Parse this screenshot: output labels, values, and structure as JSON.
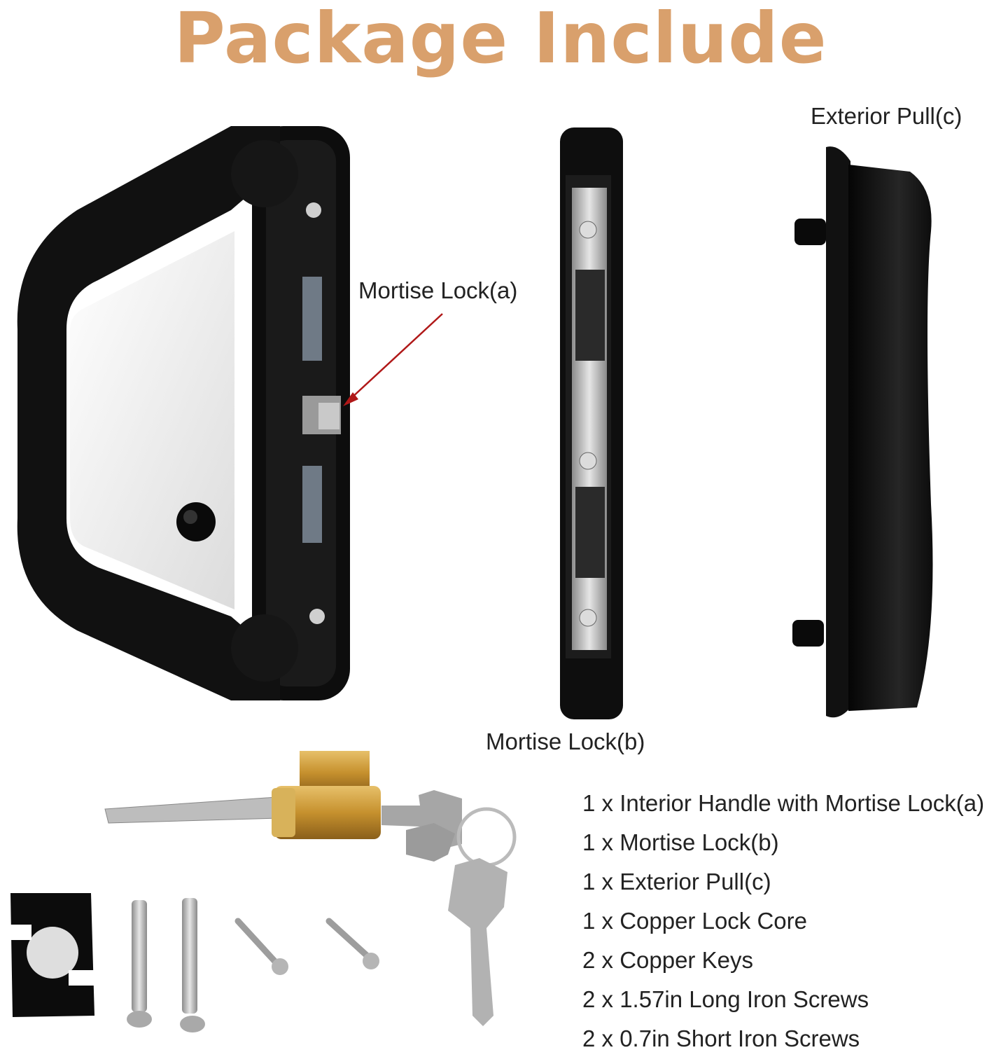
{
  "title": "Package Include",
  "labels": {
    "mortise_a": "Mortise Lock(a)",
    "mortise_b": "Mortise Lock(b)",
    "exterior_pull": "Exterior Pull(c)"
  },
  "items": [
    "1 x Interior Handle with Mortise Lock(a)",
    "1 x Mortise Lock(b)",
    "1 x Exterior Pull(c)",
    "1 x Copper Lock Core",
    "2 x Copper Keys",
    "2 x 1.57in Long Iron Screws",
    "2 x 0.7in Short Iron Screws"
  ],
  "colors": {
    "title": "#d9a06c",
    "hardware": "#111111",
    "arrow": "#b01818",
    "brass": "#c99a3a",
    "steel": "#b9b9b9"
  }
}
